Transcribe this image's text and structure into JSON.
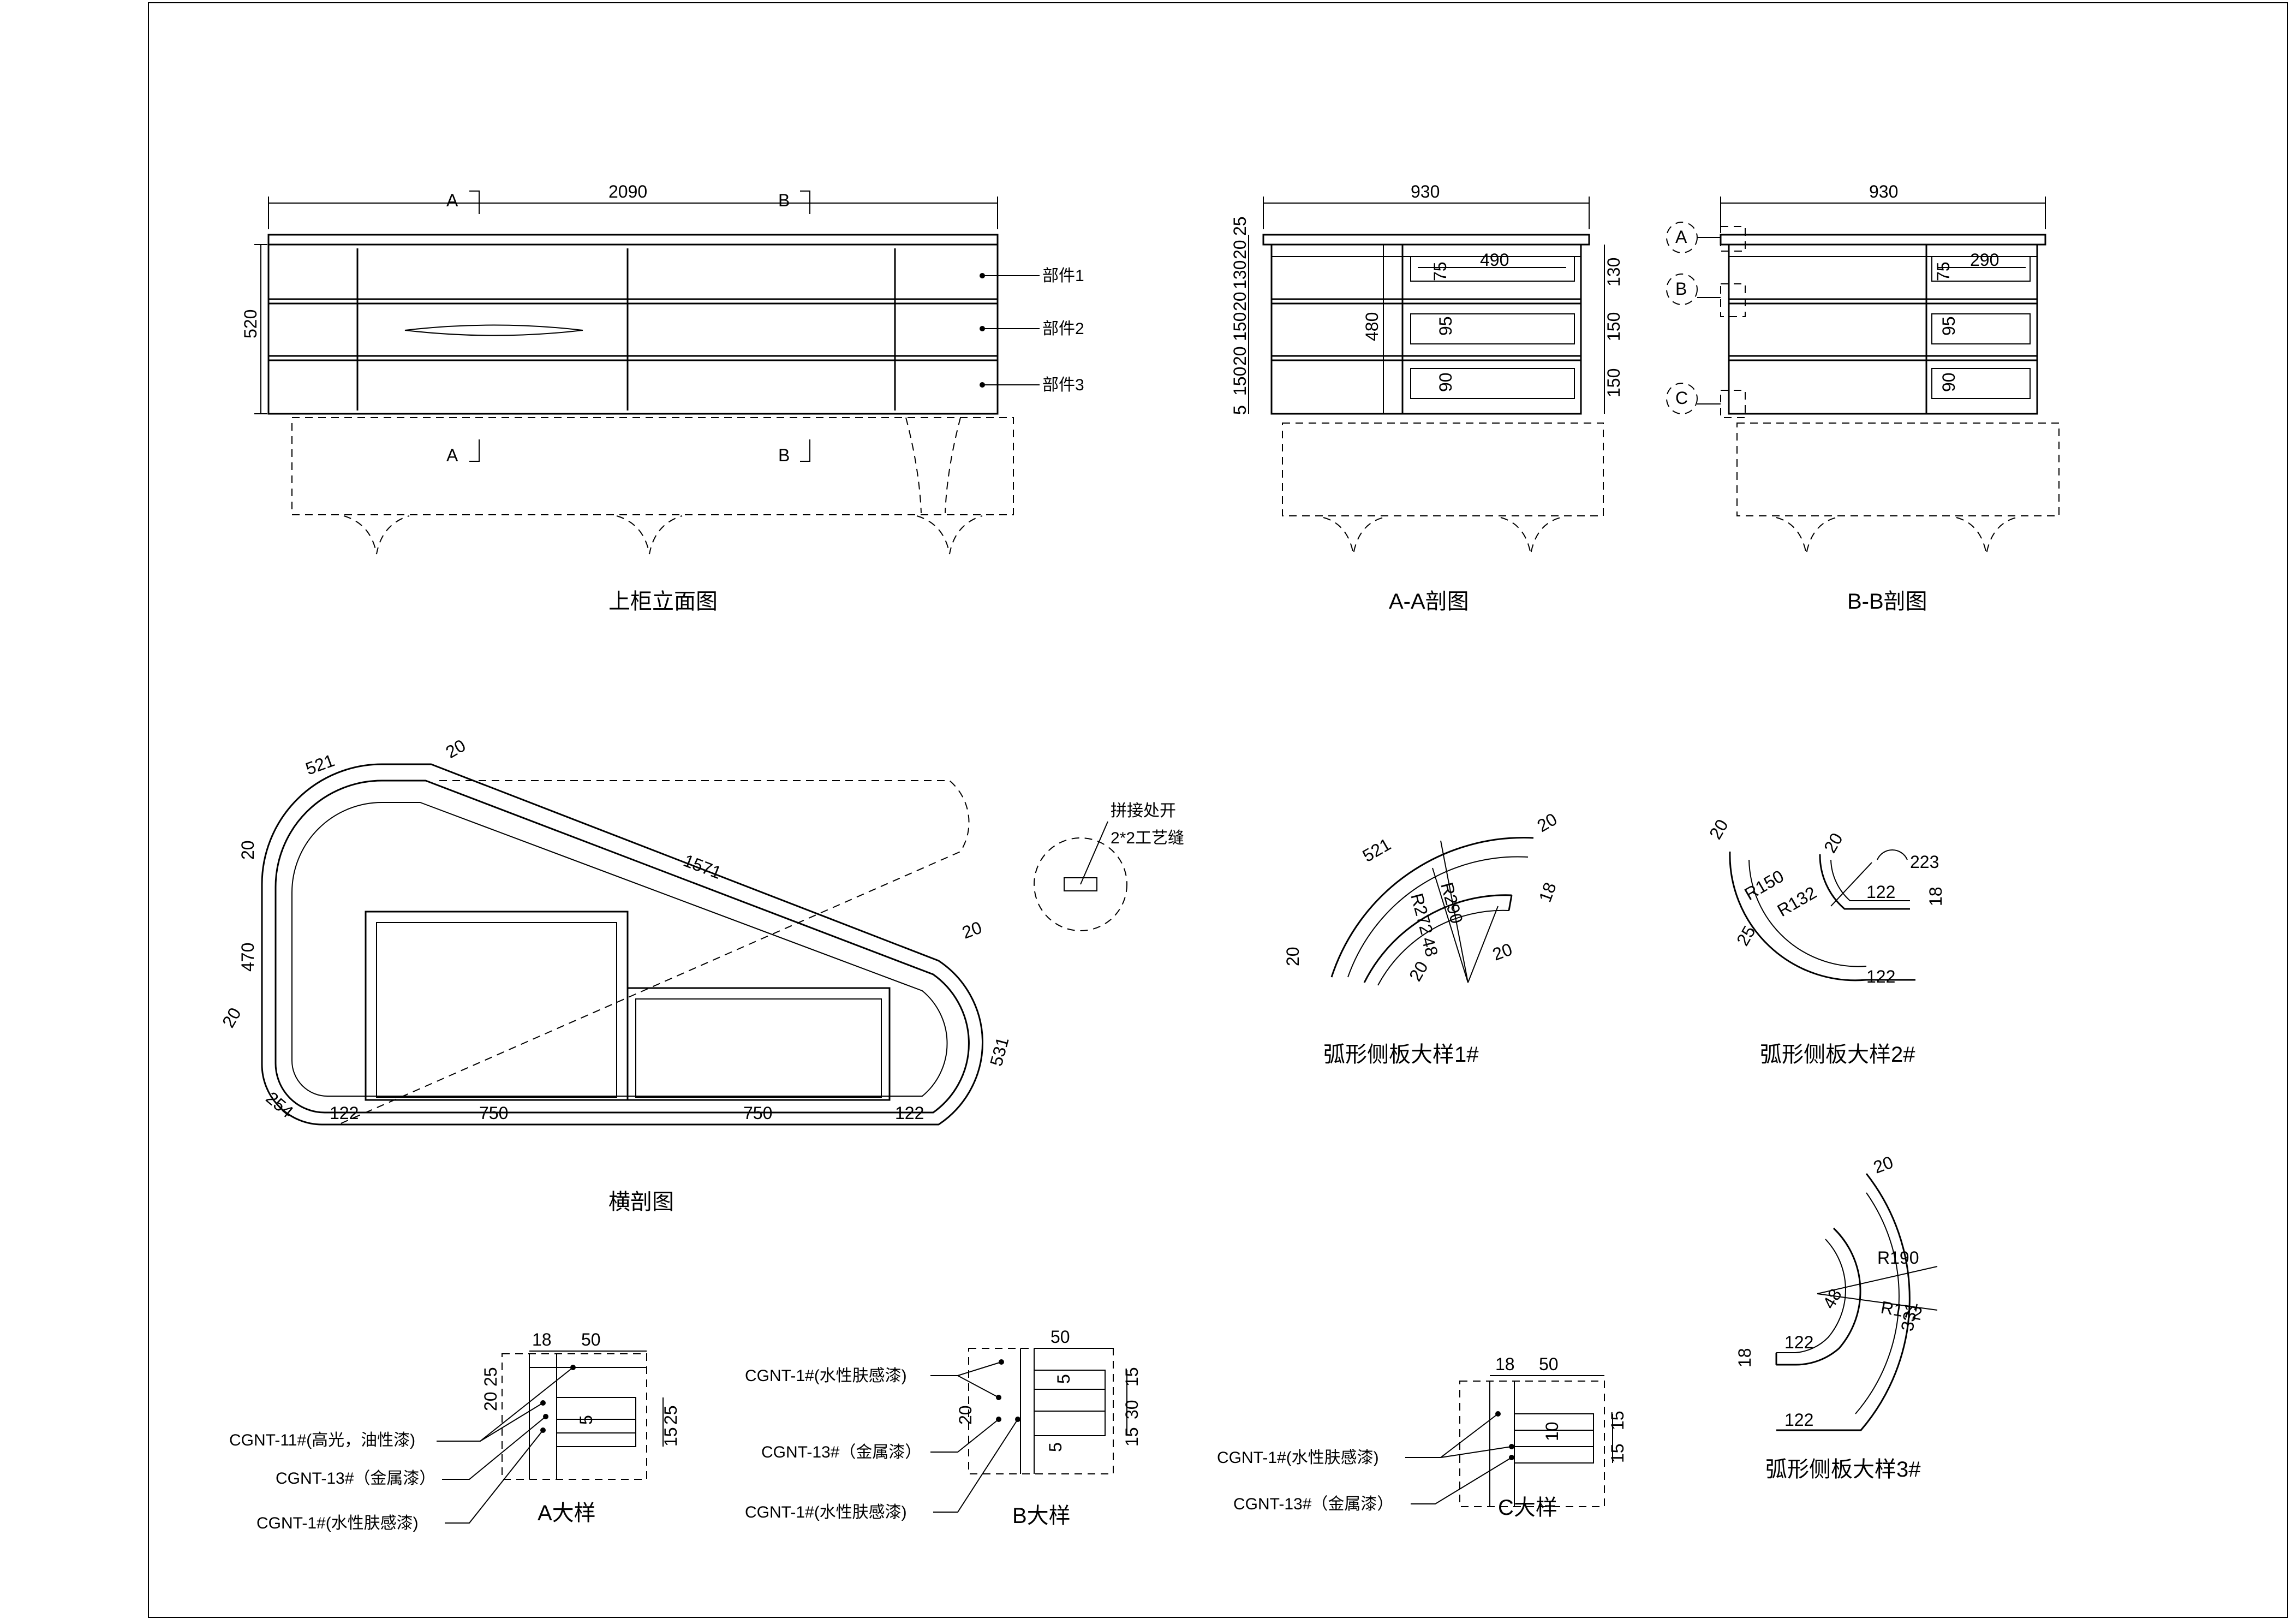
{
  "views": {
    "elevation": {
      "title": "上柜立面图",
      "width": "2090",
      "height": "520",
      "sec_a": "A",
      "sec_b": "B",
      "parts": [
        "部件1",
        "部件2",
        "部件3"
      ]
    },
    "section_aa": {
      "title": "A-A剖图",
      "width": "930",
      "left_dims": [
        "25",
        "20",
        "130",
        "20",
        "150",
        "20",
        "150",
        "5"
      ],
      "right_dims": [
        "130",
        "150",
        "150"
      ],
      "inner_width": "490",
      "height": "480",
      "drawer_dims": [
        "75",
        "95",
        "90"
      ]
    },
    "section_bb": {
      "title": "B-B剖图",
      "width": "930",
      "markers": [
        "A",
        "B",
        "C"
      ],
      "inner_width": "290",
      "drawer_dims": [
        "75",
        "95",
        "90"
      ]
    },
    "plan": {
      "title": "横剖图",
      "arc_tl": "521",
      "thk_top": "20",
      "diag": "1571",
      "thk_left1": "20",
      "side": "470",
      "thk_left2": "20",
      "arc_bl": "254",
      "thk_right": "20",
      "arc_right": "531",
      "bottom_dims": [
        "122",
        "750",
        "750",
        "122"
      ],
      "joint_note": [
        "拼接处开",
        "2*2工艺缝"
      ]
    },
    "arc1": {
      "title": "弧形侧板大样1#",
      "arc": "521",
      "r_out": "R290",
      "r_in": "R272",
      "angle": "48",
      "thk": [
        "20",
        "18",
        "20",
        "20",
        "20"
      ]
    },
    "arc2": {
      "title": "弧形侧板大样2#",
      "r_out": "R150",
      "r_in": "R132",
      "arc": "223",
      "len": "122",
      "len_b": "122",
      "thk": [
        "20",
        "20",
        "18"
      ],
      "small": "25"
    },
    "arc3": {
      "title": "弧形侧板大样3#",
      "r_out": "R190",
      "r_in": "R172",
      "arc": "331",
      "angle": "48",
      "len_a": "122",
      "len_b": "122",
      "thk": [
        "20",
        "18"
      ]
    },
    "detail_a": {
      "title": "A大样",
      "dims_top": [
        "18",
        "50"
      ],
      "dims_left": [
        "20",
        "25"
      ],
      "dims_right": [
        "25",
        "15"
      ],
      "dim_inner": "5",
      "materials": [
        "CGNT-11#(高光，油性漆)",
        "CGNT-13#（金属漆）",
        "CGNT-1#(水性肤感漆)"
      ]
    },
    "detail_b": {
      "title": "B大样",
      "dims_top": [
        "50"
      ],
      "dims_right": [
        "15",
        "30",
        "15"
      ],
      "dims_inner": [
        "5",
        "20",
        "5"
      ],
      "materials": [
        "CGNT-1#(水性肤感漆)",
        "CGNT-13#（金属漆）",
        "CGNT-1#(水性肤感漆)"
      ]
    },
    "detail_c": {
      "title": "C大样",
      "dims_top": [
        "18",
        "50"
      ],
      "dims_right": [
        "15",
        "15"
      ],
      "dim_inner": "10",
      "materials": [
        "CGNT-1#(水性肤感漆)",
        "CGNT-13#（金属漆）"
      ]
    }
  }
}
